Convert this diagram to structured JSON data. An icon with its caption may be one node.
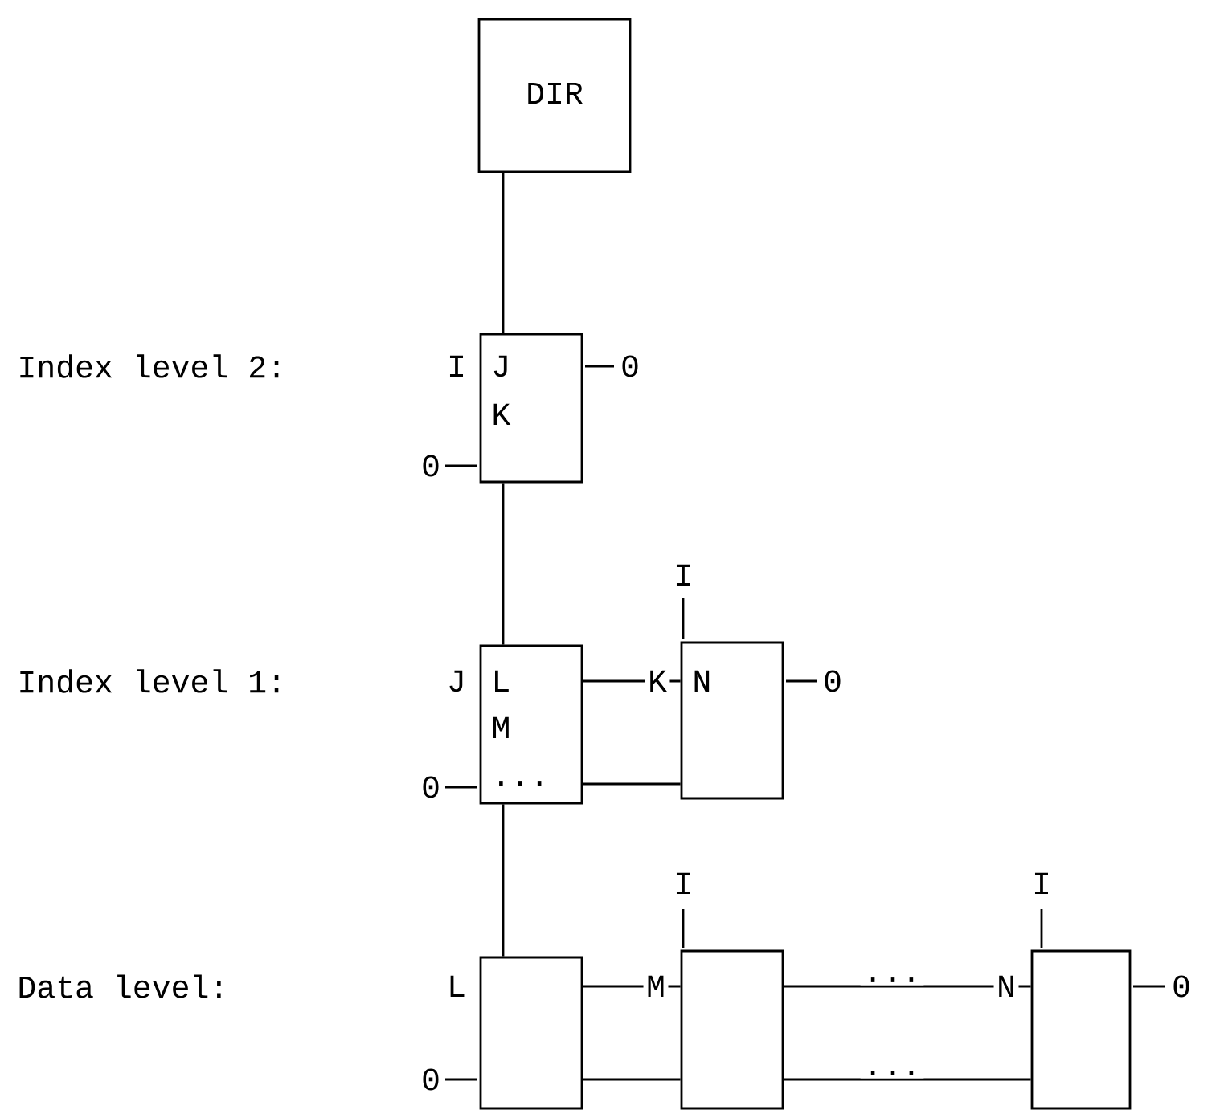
{
  "diagram": {
    "nodes": [
      {
        "text": [
          "DIR"
        ]
      },
      {
        "text": [
          "J",
          "K"
        ],
        "beside": [
          "I",
          "0",
          "0"
        ]
      },
      {
        "text": [
          "L",
          "M",
          "..."
        ],
        "beside": [
          "J",
          "0"
        ]
      },
      {
        "text": [
          "N"
        ],
        "beside": [
          "I",
          "0"
        ]
      },
      {
        "text": [],
        "shape": "box",
        "beside": [
          "L",
          "0"
        ]
      },
      {
        "text": [],
        "shape": "box",
        "beside": [
          "I"
        ]
      },
      {
        "text": [],
        "shape": "box",
        "beside": [
          "I",
          "0"
        ]
      }
    ],
    "edges": [
      {
        "from": 0,
        "to": 1,
        "arrow": "none"
      },
      {
        "from": 1,
        "to": 2,
        "arrow": "none"
      },
      {
        "from": 2,
        "to": 3,
        "arrow": "none",
        "label": "K"
      },
      {
        "from": 2,
        "to": 3,
        "arrow": "none"
      },
      {
        "from": 2,
        "to": 4,
        "arrow": "none"
      },
      {
        "from": 4,
        "to": 5,
        "arrow": "none",
        "label": "M"
      },
      {
        "from": 4,
        "to": 5,
        "arrow": "none"
      },
      {
        "from": 5,
        "to": 6,
        "arrow": "none",
        "label": "N"
      },
      {
        "from": 5,
        "to": 6,
        "arrow": "none"
      }
    ],
    "labels": [
      "Index level 2:",
      "Index level 1:",
      "Data level:",
      "...",
      "..."
    ]
  }
}
